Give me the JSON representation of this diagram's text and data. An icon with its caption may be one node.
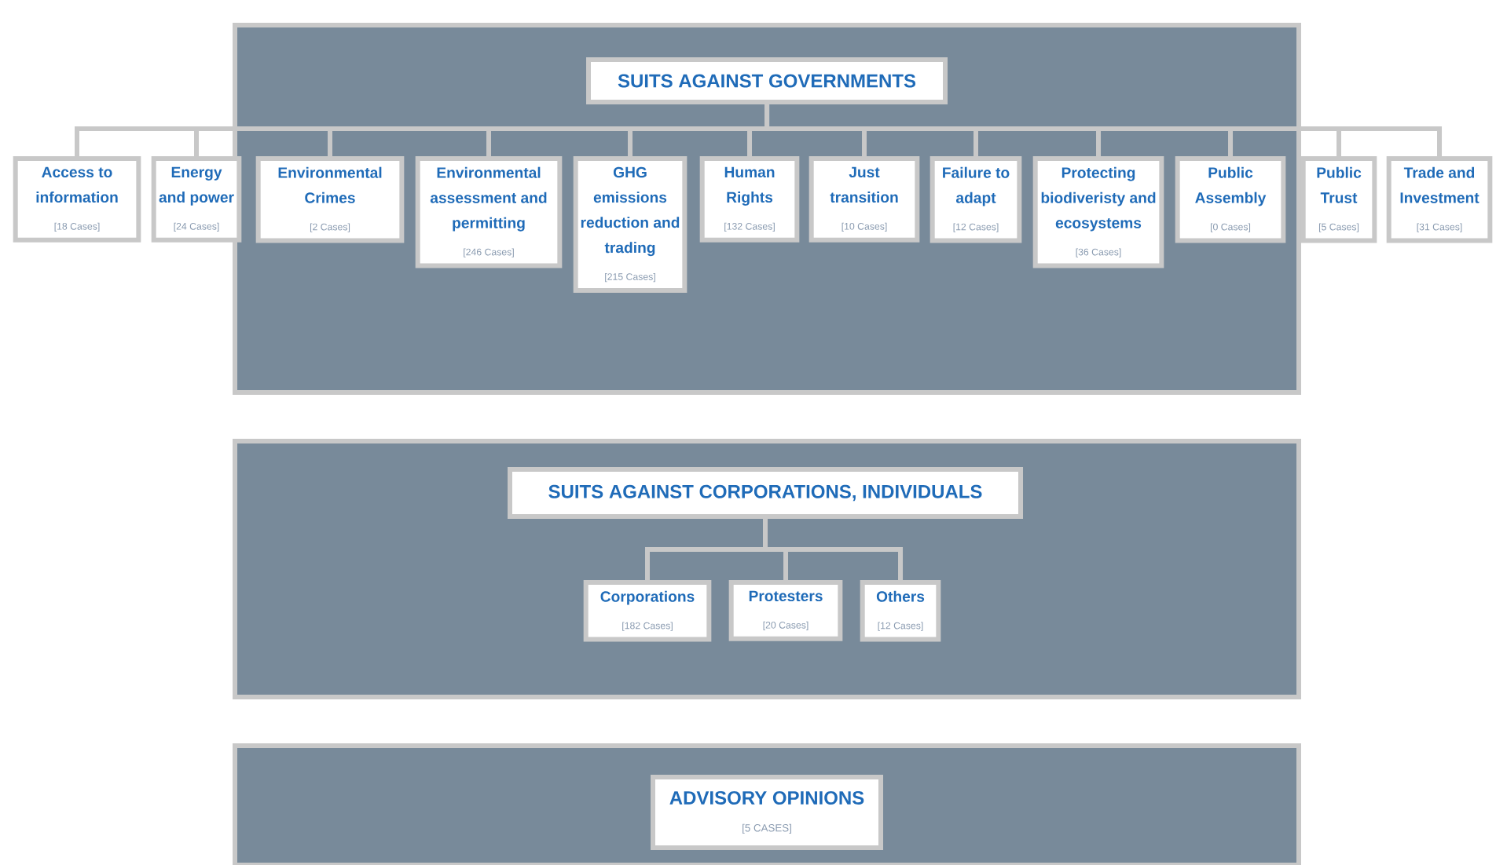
{
  "diagram": {
    "nodes": [
      {
        "text": [],
        "shape": "box"
      },
      {
        "text": [
          "SUITS AGAINST GOVERNMENTS"
        ],
        "in": 0
      },
      {
        "text": [
          "Access to information",
          "[18 Cases]"
        ]
      },
      {
        "text": [
          "Energy and power",
          "[24 Cases]"
        ]
      },
      {
        "text": [
          "Environmental Crimes",
          "[2 Cases]"
        ],
        "in": 0
      },
      {
        "text": [
          "Environmental assessment and permitting",
          "[246 Cases]"
        ],
        "in": 0
      },
      {
        "text": [
          "GHG emissions reduction and trading",
          "[215 Cases]"
        ],
        "in": 0
      },
      {
        "text": [
          "Human Rights",
          "[132 Cases]"
        ],
        "in": 0
      },
      {
        "text": [
          "Just transition",
          "[10 Cases]"
        ],
        "in": 0
      },
      {
        "text": [
          "Failure to adapt",
          "[12 Cases]"
        ],
        "in": 0
      },
      {
        "text": [
          "Protecting biodiveristy and ecosystems",
          "[36 Cases]"
        ],
        "in": 0
      },
      {
        "text": [
          "Public Assembly",
          "[0 Cases]"
        ],
        "in": 0
      },
      {
        "text": [
          "Public Trust",
          "[5 Cases]"
        ]
      },
      {
        "text": [
          "Trade and Investment",
          "[31 Cases]"
        ]
      },
      {
        "text": [],
        "shape": "box"
      },
      {
        "text": [
          "SUITS AGAINST CORPORATIONS, INDIVIDUALS"
        ],
        "in": 14
      },
      {
        "text": [
          "Corporations",
          "[182 Cases]"
        ],
        "in": 14
      },
      {
        "text": [
          "Protesters",
          "[20 Cases]"
        ],
        "in": 14
      },
      {
        "text": [
          "Others",
          "[12 Cases]"
        ],
        "in": 14
      },
      {
        "text": [],
        "shape": "box"
      },
      {
        "text": [
          "ADVISORY OPINIONS",
          "[5 CASES]"
        ],
        "in": 19
      }
    ],
    "edges": [
      {
        "from": 1,
        "to": 2,
        "arrow": "none"
      },
      {
        "from": 1,
        "to": 3,
        "arrow": "none"
      },
      {
        "from": 1,
        "to": 4,
        "arrow": "none"
      },
      {
        "from": 1,
        "to": 5,
        "arrow": "none"
      },
      {
        "from": 1,
        "to": 6,
        "arrow": "none"
      },
      {
        "from": 1,
        "to": 7,
        "arrow": "none"
      },
      {
        "from": 1,
        "to": 8,
        "arrow": "none"
      },
      {
        "from": 1,
        "to": 9,
        "arrow": "none"
      },
      {
        "from": 1,
        "to": 10,
        "arrow": "none"
      },
      {
        "from": 1,
        "to": 11,
        "arrow": "none"
      },
      {
        "from": 1,
        "to": 12,
        "arrow": "none"
      },
      {
        "from": 1,
        "to": 13,
        "arrow": "none"
      },
      {
        "from": 15,
        "to": 16,
        "arrow": "none"
      },
      {
        "from": 15,
        "to": 17,
        "arrow": "none"
      },
      {
        "from": 15,
        "to": 18,
        "arrow": "none"
      }
    ]
  }
}
